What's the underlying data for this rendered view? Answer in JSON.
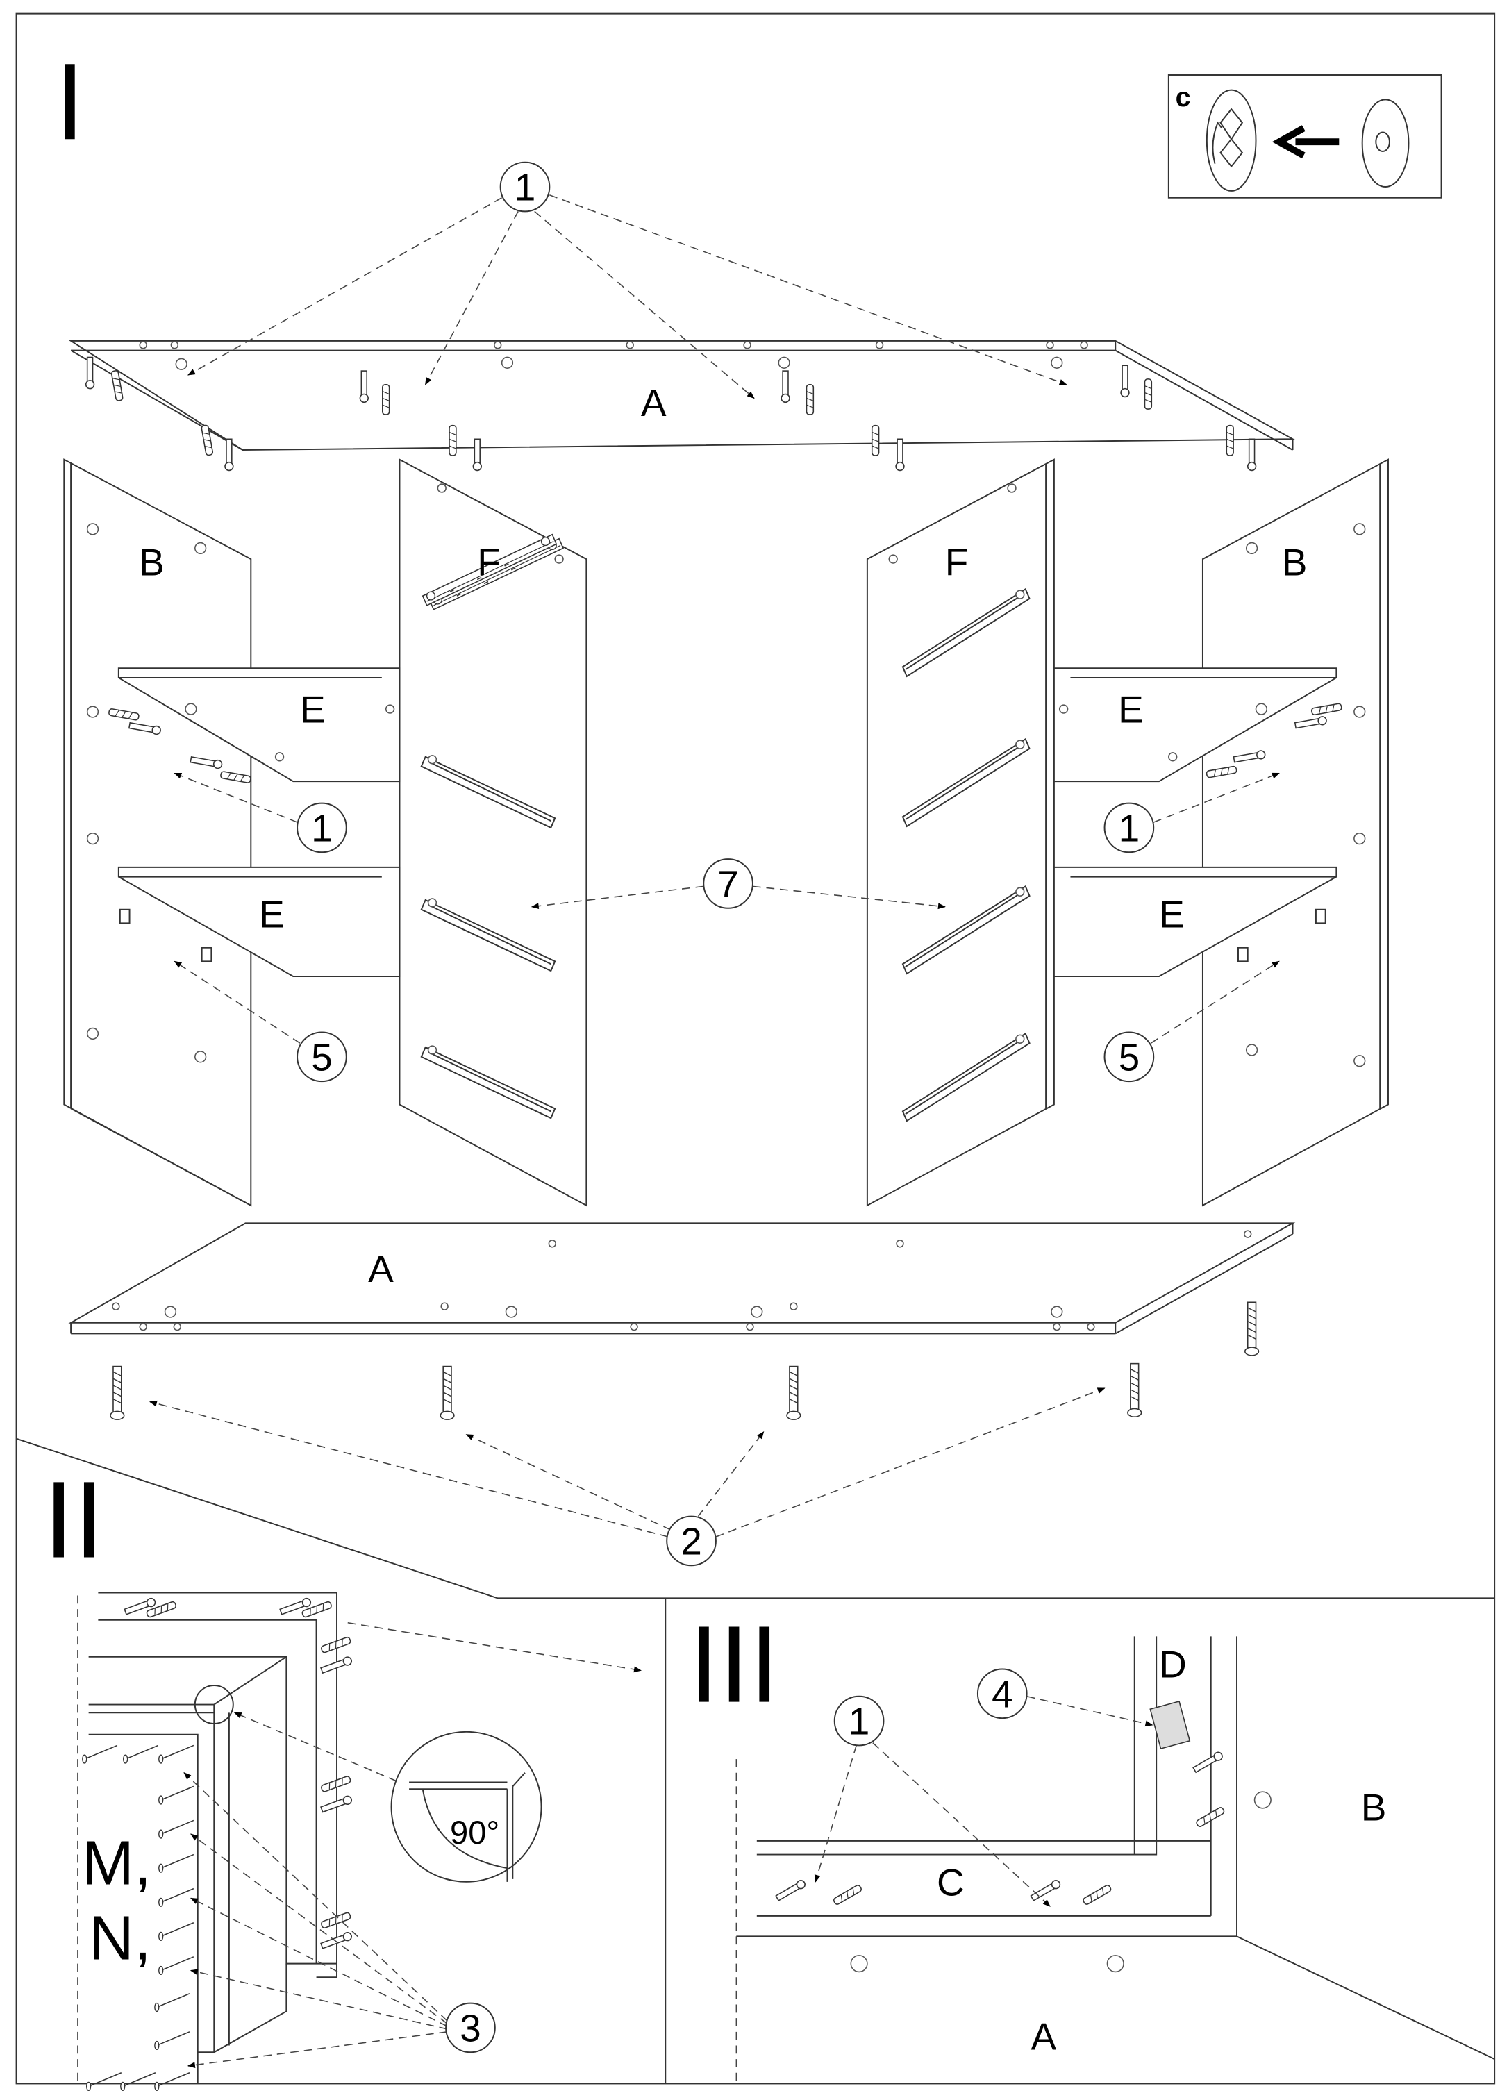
{
  "steps": {
    "step1": "I",
    "step2": "II",
    "step3": "III"
  },
  "inset": {
    "label": "c"
  },
  "step1": {
    "panel_top": "A",
    "panel_bottom": "A",
    "side_left": "B",
    "side_right": "B",
    "divider_left": "F",
    "divider_right": "F",
    "shelf_left_upper": "E",
    "shelf_left_lower": "E",
    "shelf_right_upper": "E",
    "shelf_right_lower": "E",
    "callout_top": "1",
    "callout_left_1": "1",
    "callout_right_1": "1",
    "callout_slides": "7",
    "callout_left_5": "5",
    "callout_right_5": "5",
    "callout_screws": "2"
  },
  "step2": {
    "parts_m": "M,",
    "parts_n": "N,",
    "angle": "90°",
    "callout_nails": "3"
  },
  "step3": {
    "part_d": "D",
    "part_b": "B",
    "part_c": "C",
    "part_a": "A",
    "callout_dowels": "1",
    "callout_hinge": "4"
  }
}
